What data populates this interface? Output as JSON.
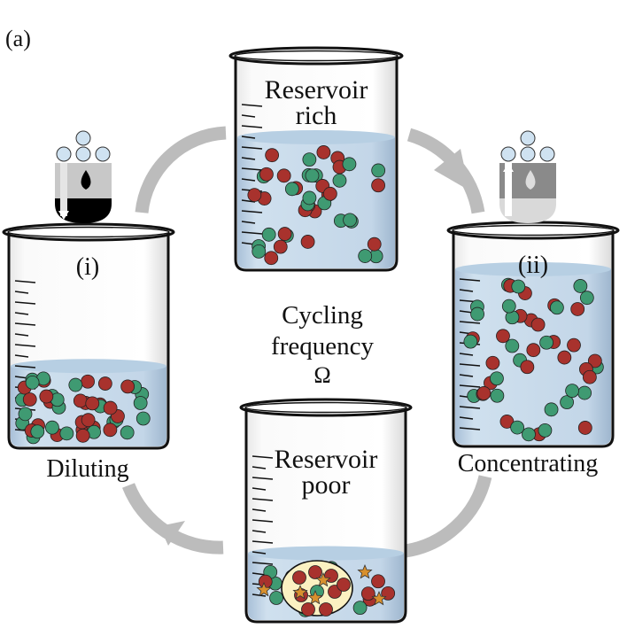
{
  "panel_label": "(a)",
  "center": {
    "line1": "Cycling",
    "line2": "frequency",
    "symbol": "Ω"
  },
  "beakers": {
    "rich": {
      "label_line1": "Reservoir",
      "label_line2": "rich",
      "fill_level": 0.62
    },
    "dilute": {
      "label": "(i)",
      "caption": "Diluting",
      "fill_level": 0.38,
      "pump_icon": "pump-drain-icon"
    },
    "concentrate": {
      "label": "(ii)",
      "caption": "Concentrating",
      "fill_level": 0.82,
      "pump_icon": "pump-fill-icon"
    },
    "poor": {
      "label_line1": "Reservoir",
      "label_line2": "poor",
      "fill_level": 0.32,
      "has_droplet": true
    }
  },
  "colors": {
    "red_particle": "#a8322d",
    "green_particle": "#3f9a72",
    "water": "#c9dbea",
    "water_surface": "#b7cfe3",
    "arrow": "#bcbcbc",
    "droplet": "#fbf1c2",
    "star": "#d8902e",
    "pump_ball": "#cfe2f1",
    "pump_dark": "#000000",
    "pump_grey": "#c8c8c8",
    "pump_dark_grey": "#8a8a8a"
  },
  "icons": [
    "drop-icon",
    "arrow-down-icon",
    "arrow-up-icon",
    "star-icon",
    "cycle-arrow-icon"
  ]
}
